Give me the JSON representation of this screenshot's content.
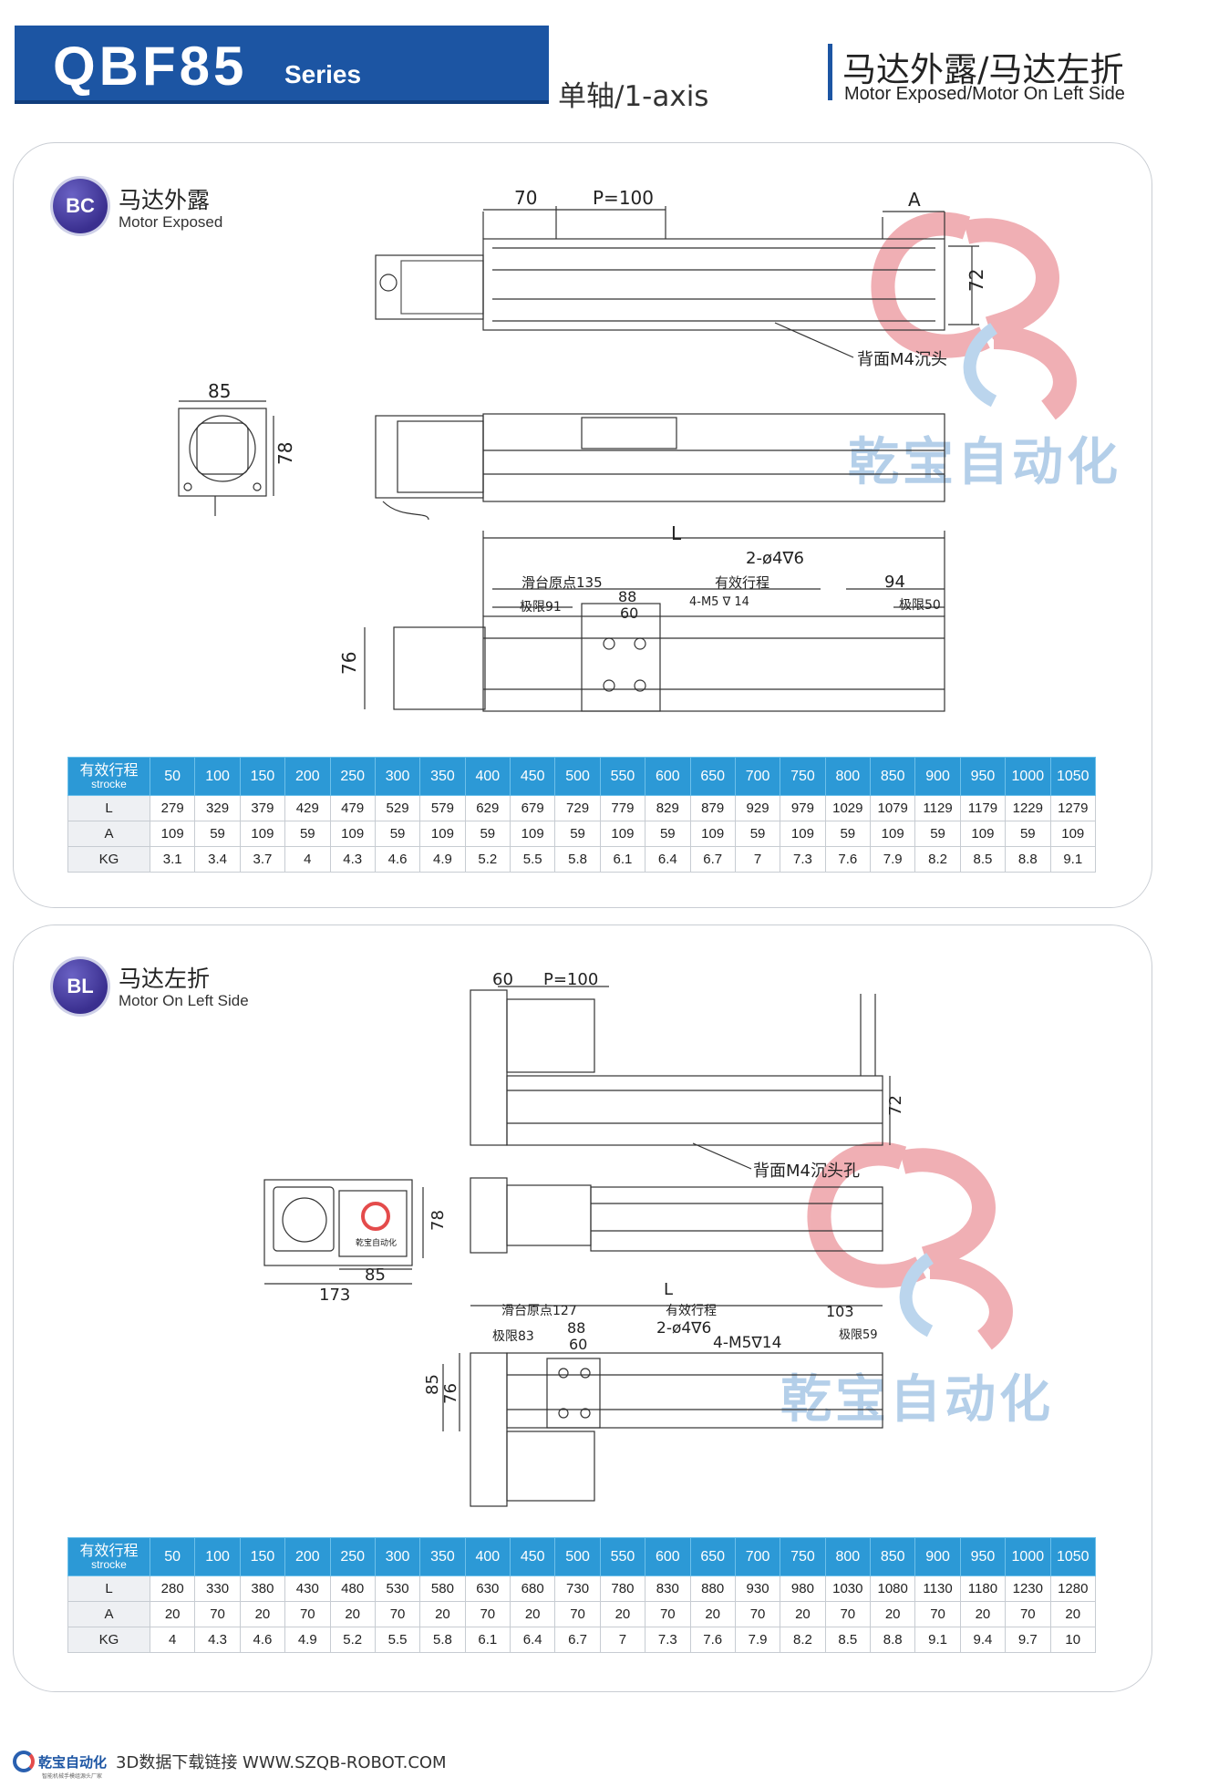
{
  "header": {
    "model": "QBF85",
    "series": "Series",
    "axis": "单轴/1-axis",
    "title_cn": "马达外露/马达左折",
    "title_en": "Motor Exposed/Motor On Left Side",
    "brand_color": "#1c55a3"
  },
  "watermark": {
    "text": "乾宝自动化"
  },
  "bc": {
    "badge": "BC",
    "title_cn": "马达外露",
    "title_en": "Motor Exposed",
    "dims": {
      "d70": "70",
      "pitch": "P=100",
      "a": "A",
      "h72": "72",
      "note": "背面M4沉头",
      "d85": "85",
      "d78": "78",
      "l": "L",
      "holes": "2-ø4∇6",
      "origin": "滑台原点135",
      "stroke": "有效行程",
      "d94": "94",
      "limit91": "极限91",
      "d88": "88",
      "d60": "60",
      "m5": "4-M5 ∇ 14",
      "limit50": "极限50",
      "d76": "76"
    },
    "table": {
      "header_cn": "有效行程",
      "header_en": "strocke",
      "strokes": [
        "50",
        "100",
        "150",
        "200",
        "250",
        "300",
        "350",
        "400",
        "450",
        "500",
        "550",
        "600",
        "650",
        "700",
        "750",
        "800",
        "850",
        "900",
        "950",
        "1000",
        "1050"
      ],
      "rows": [
        {
          "label": "L",
          "values": [
            "279",
            "329",
            "379",
            "429",
            "479",
            "529",
            "579",
            "629",
            "679",
            "729",
            "779",
            "829",
            "879",
            "929",
            "979",
            "1029",
            "1079",
            "1129",
            "1179",
            "1229",
            "1279"
          ]
        },
        {
          "label": "A",
          "values": [
            "109",
            "59",
            "109",
            "59",
            "109",
            "59",
            "109",
            "59",
            "109",
            "59",
            "109",
            "59",
            "109",
            "59",
            "109",
            "59",
            "109",
            "59",
            "109",
            "59",
            "109"
          ]
        },
        {
          "label": "KG",
          "values": [
            "3.1",
            "3.4",
            "3.7",
            "4",
            "4.3",
            "4.6",
            "4.9",
            "5.2",
            "5.5",
            "5.8",
            "6.1",
            "6.4",
            "6.7",
            "7",
            "7.3",
            "7.6",
            "7.9",
            "8.2",
            "8.5",
            "8.8",
            "9.1"
          ]
        }
      ]
    }
  },
  "bl": {
    "badge": "BL",
    "title_cn": "马达左折",
    "title_en": "Motor On Left Side",
    "dims": {
      "d60": "60",
      "pitch": "P=100",
      "h72": "72",
      "note": "背面M4沉头孔",
      "d78": "78",
      "d85": "85",
      "d173": "173",
      "origin": "滑台原点127",
      "l": "L",
      "stroke": "有效行程",
      "d103": "103",
      "limit83": "极限83",
      "d88": "88",
      "holes": "2-ø4∇6",
      "d60b": "60",
      "m5": "4-M5∇14",
      "limit59": "极限59",
      "d85v": "85",
      "d76": "76"
    },
    "table": {
      "header_cn": "有效行程",
      "header_en": "strocke",
      "strokes": [
        "50",
        "100",
        "150",
        "200",
        "250",
        "300",
        "350",
        "400",
        "450",
        "500",
        "550",
        "600",
        "650",
        "700",
        "750",
        "800",
        "850",
        "900",
        "950",
        "1000",
        "1050"
      ],
      "rows": [
        {
          "label": "L",
          "values": [
            "280",
            "330",
            "380",
            "430",
            "480",
            "530",
            "580",
            "630",
            "680",
            "730",
            "780",
            "830",
            "880",
            "930",
            "980",
            "1030",
            "1080",
            "1130",
            "1180",
            "1230",
            "1280"
          ]
        },
        {
          "label": "A",
          "values": [
            "20",
            "70",
            "20",
            "70",
            "20",
            "70",
            "20",
            "70",
            "20",
            "70",
            "20",
            "70",
            "20",
            "70",
            "20",
            "70",
            "20",
            "70",
            "20",
            "70",
            "20"
          ]
        },
        {
          "label": "KG",
          "values": [
            "4",
            "4.3",
            "4.6",
            "4.9",
            "5.2",
            "5.5",
            "5.8",
            "6.1",
            "6.4",
            "6.7",
            "7",
            "7.3",
            "7.6",
            "7.9",
            "8.2",
            "8.5",
            "8.8",
            "9.1",
            "9.4",
            "9.7",
            "10"
          ]
        }
      ]
    }
  },
  "footer": {
    "brand": "乾宝自动化",
    "sub": "智能机械手模组源头厂家",
    "text": "3D数据下载链接 WWW.SZQB-ROBOT.COM"
  }
}
